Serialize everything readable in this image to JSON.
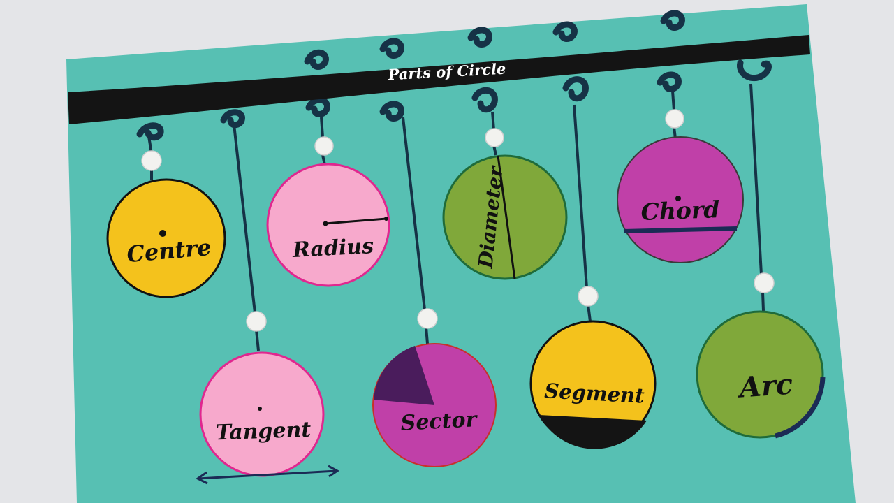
{
  "title": "Parts of Circle",
  "colors": {
    "board": "#57c0b3",
    "bar": "#141414",
    "yellow": "#f4c21c",
    "pink": "#f7a9cc",
    "green": "#80a83a",
    "magenta": "#c040a8",
    "pearl": "#f2f2ef",
    "string": "#163246"
  },
  "circles": [
    {
      "id": "centre",
      "label": "Centre",
      "color": "yellow"
    },
    {
      "id": "radius",
      "label": "Radius",
      "color": "pink"
    },
    {
      "id": "diameter",
      "label": "Diameter",
      "color": "green"
    },
    {
      "id": "chord",
      "label": "Chord",
      "color": "magenta"
    },
    {
      "id": "tangent",
      "label": "Tangent",
      "color": "pink"
    },
    {
      "id": "sector",
      "label": "Sector",
      "color": "magenta"
    },
    {
      "id": "segment",
      "label": "Segment",
      "color": "yellow"
    },
    {
      "id": "arc",
      "label": "Arc",
      "color": "green"
    }
  ]
}
